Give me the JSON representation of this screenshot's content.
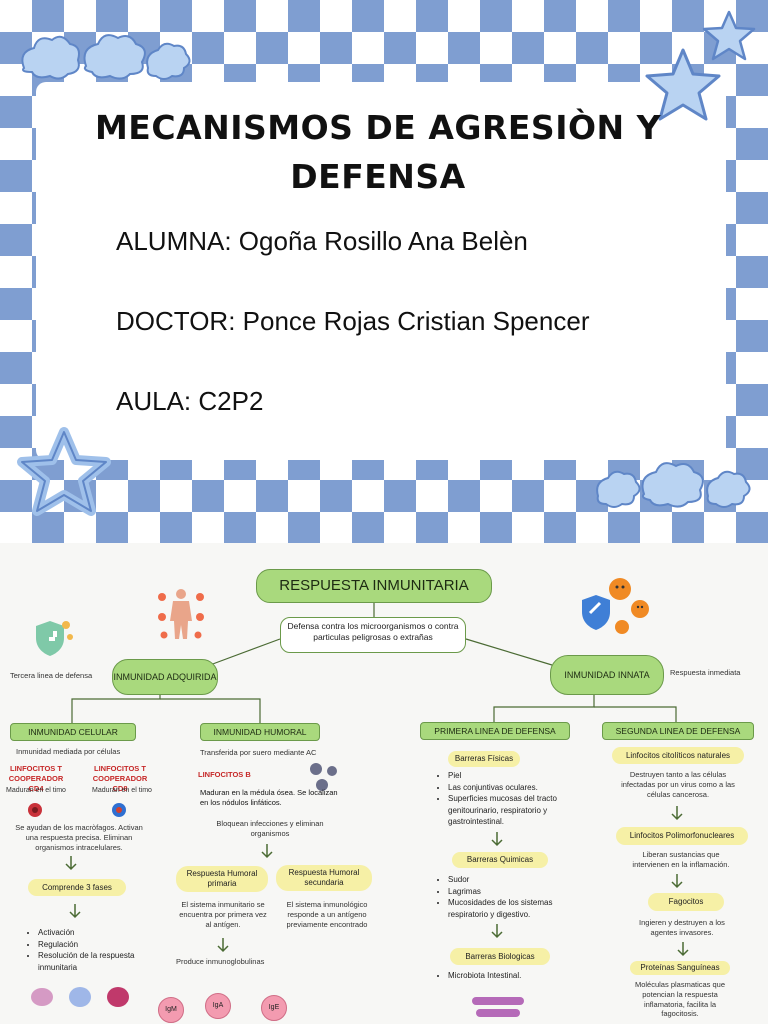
{
  "cover": {
    "title_line1": "MECANISMOS DE AGRESIÒN Y",
    "title_line2": "DEFENSA",
    "alumna": "ALUMNA: Ogoña Rosillo Ana Belèn",
    "doctor": "DOCTOR: Ponce Rojas Cristian Spencer",
    "aula": "AULA: C2P2",
    "colors": {
      "checker": "#7f9ed1",
      "cloud": "#b9d3f2"
    }
  },
  "map": {
    "root": "RESPUESTA INMUNITARIA",
    "definition": "Defensa contra los microorganismos o contra particulas peligrosas o extrañas",
    "adquirida": {
      "label": "INMUNIDAD ADQUIRIDA",
      "note": "Tercera linea de defensa",
      "celular": {
        "label": "INMUNIDAD CELULAR",
        "desc": "Inmunidad mediada por células",
        "cd4_title": "LINFOCITOS T COOPERADOR CD4",
        "cd4_note": "Maduran en el timo",
        "cd8_title": "LINFOCITOS T COOPERADOR CD8",
        "cd8_note": "Maduran en el timo",
        "macro": "Se ayudan de los macròfagos. Activan una respuesta precisa. Eliminan organismos intracelulares.",
        "phases_title": "Comprende 3 fases",
        "phases": [
          "Activación",
          "Regulación",
          "Resolución de la respuesta inmunitaria"
        ]
      },
      "humoral": {
        "label": "INMUNIDAD HUMORAL",
        "desc": "Transferida por suero mediante AC",
        "lb_title": "LINFOCITOS B",
        "lb_desc": "Maduran en la médula ósea. Se localizan en los nódulos linfáticos.",
        "block": "Bloquean infecciones y eliminan organismos",
        "primaria_title": "Respuesta Humoral primaria",
        "primaria_desc": "El sistema inmunitario se encuentra por primera vez al antígen.",
        "secundaria_title": "Respuesta Humoral secundaria",
        "secundaria_desc": "El sistema inmunológico responde a un antígeno previamente encontrado",
        "produce": "Produce inmunoglobulinas",
        "igs": [
          "IgM",
          "IgA",
          "IgE"
        ]
      }
    },
    "innata": {
      "label": "INMUNIDAD INNATA",
      "note": "Respuesta inmediata",
      "primera": {
        "label": "PRIMERA LINEA DE DEFENSA",
        "fisicas_title": "Barreras Físicas",
        "fisicas": [
          "Piel",
          "Las conjuntivas oculares.",
          "Superficies mucosas del tracto genitourinario, respiratorio y gastrointestinal."
        ],
        "quimicas_title": "Barreras Quimicas",
        "quimicas": [
          "Sudor",
          "Lagrimas",
          "Mucosidades de los sistemas respiratorio y digestivo."
        ],
        "biologicas_title": "Barreras Biologicas",
        "biologicas": [
          "Microbiota Intestinal."
        ]
      },
      "segunda": {
        "label": "SEGUNDA LINEA DE DEFENSA",
        "nk_title": "Linfocitos citolíticos naturales",
        "nk_desc": "Destruyen tanto a las células infectadas por un virus como a las células cancerosa.",
        "pmn_title": "Linfocitos Polimorfonucleares",
        "pmn_desc": "Liberan sustancias que intervienen en la inflamación.",
        "fago_title": "Fagocitos",
        "fago_desc": "Ingieren y destruyen a los agentes invasores.",
        "prot_title": "Proteínas Sanguíneas",
        "prot_desc": "Moléculas plasmaticas que potencian la respuesta inflamatoria, facilita la fagocitosis."
      }
    },
    "colors": {
      "green": "#a9d97d",
      "yellow": "#f6f0a6",
      "pink": "#f39bb0"
    }
  }
}
